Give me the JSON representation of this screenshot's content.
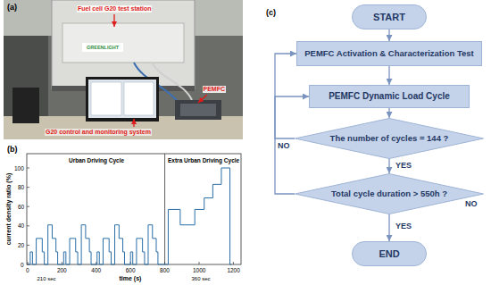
{
  "diagram": {
    "nodes": [
      {
        "text": [
          "START"
        ]
      },
      {
        "text": [
          "PEMFC Activation & Characterization Test"
        ]
      },
      {
        "text": [
          "PEMFC Dynamic Load Cycle"
        ]
      },
      {
        "text": [
          "The number of cycles = 144 ?"
        ]
      },
      {
        "text": [
          "Total cycle duration > 550h ?"
        ]
      },
      {
        "text": [
          "END"
        ]
      }
    ],
    "edges": [
      {
        "from": 0,
        "to": 1,
        "arrow": "to"
      },
      {
        "from": 1,
        "to": 2,
        "arrow": "to"
      },
      {
        "from": 2,
        "to": 3,
        "arrow": "to"
      },
      {
        "from": 3,
        "to": 2,
        "label": "NO",
        "arrow": "to"
      },
      {
        "from": 3,
        "to": 4,
        "label": "YES",
        "arrow": "to"
      },
      {
        "from": 4,
        "to": 5,
        "label": "YES",
        "arrow": "to"
      },
      {
        "from": 4,
        "to": 1,
        "label": "NO",
        "arrow": "to"
      }
    ],
    "labels": [
      "(a)",
      "Fuel cell G20 test station",
      "GREENLIGHT",
      "PEMFC",
      "G20 control and monitoring system",
      "(b)",
      "100",
      "80",
      "60",
      "40",
      "20",
      "0",
      "current density ratio (%)",
      "0",
      "200",
      "400",
      "600",
      "800",
      "1000",
      "1200",
      "time (s)",
      "Urban Driving Cycle",
      "Extra Urban Driving Cycle",
      "210 sec",
      "360 sec",
      "(c)"
    ]
  }
}
